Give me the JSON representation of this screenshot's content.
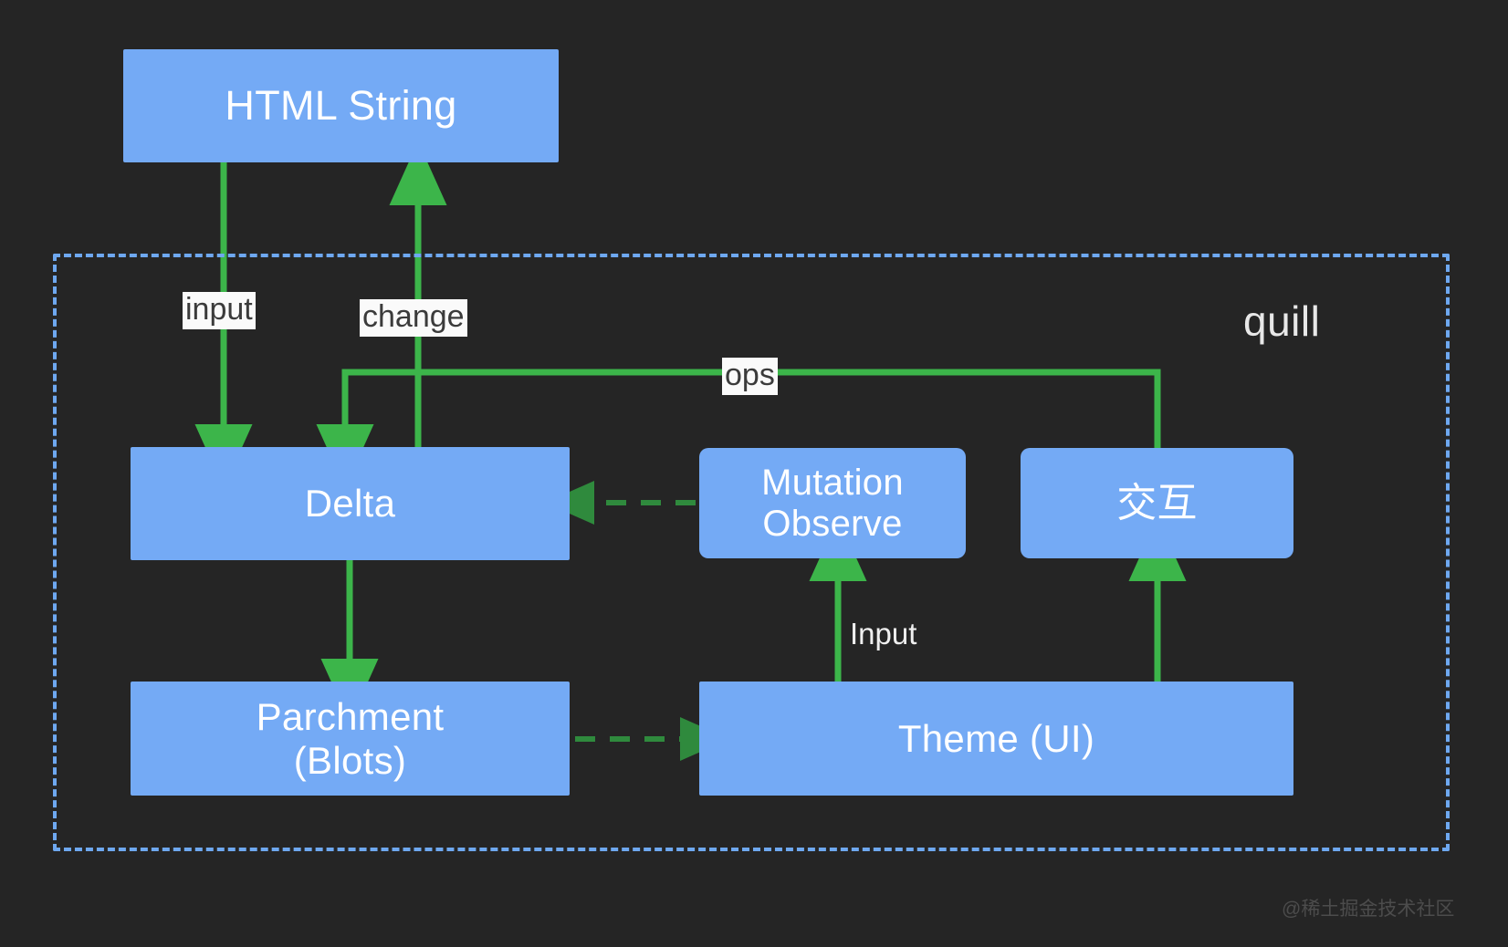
{
  "diagram": {
    "title": "quill architecture data flow",
    "background_color": "#252525",
    "node_fill_color": "#74aaf5",
    "node_text_color": "#ffffff",
    "arrow_color": "#3cb54a",
    "dashed_arrow_color": "#2f8a3d",
    "container_border_color": "#6ea8f0",
    "label_chip_bg": "#fafafa",
    "label_chip_text": "#3b3b3b"
  },
  "container": {
    "label": "quill"
  },
  "nodes": {
    "html_string": "HTML String",
    "delta": "Delta",
    "mutation_observe": "Mutation\nObserve",
    "interaction": "交互",
    "parchment": "Parchment\n(Blots)",
    "theme": "Theme  (UI)"
  },
  "edge_labels": {
    "input": "input",
    "change": "change",
    "ops": "ops",
    "input_ui": "Input"
  },
  "edges": [
    {
      "from": "html_string",
      "to": "delta",
      "label": "input",
      "style": "solid"
    },
    {
      "from": "delta",
      "to": "html_string",
      "label": "change",
      "style": "solid"
    },
    {
      "from": "interaction",
      "to": "delta",
      "label": "ops",
      "style": "solid"
    },
    {
      "from": "delta",
      "to": "parchment",
      "label": "",
      "style": "solid"
    },
    {
      "from": "mutation_observe",
      "to": "delta",
      "label": "",
      "style": "dashed"
    },
    {
      "from": "parchment",
      "to": "theme",
      "label": "",
      "style": "dashed"
    },
    {
      "from": "theme",
      "to": "mutation_observe",
      "label": "Input",
      "style": "solid"
    },
    {
      "from": "theme",
      "to": "interaction",
      "label": "",
      "style": "solid"
    }
  ],
  "watermark": {
    "text": "@稀土掘金技术社区"
  }
}
